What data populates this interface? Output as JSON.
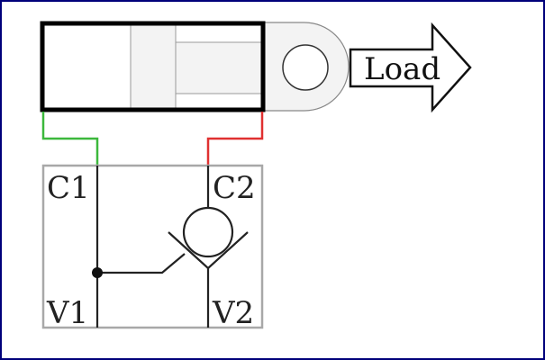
{
  "diagram": {
    "load_label": "Load",
    "ports": {
      "c1": "C1",
      "c2": "C2",
      "v1": "V1",
      "v2": "V2"
    }
  },
  "colors": {
    "frame": "#00007a",
    "cylinder_outline": "#000000",
    "rod_fill": "#f3f3f3",
    "valve_box": "#a8a8a8",
    "hose_c1": "#3cb83c",
    "hose_c2": "#e03030",
    "line": "#222222"
  }
}
